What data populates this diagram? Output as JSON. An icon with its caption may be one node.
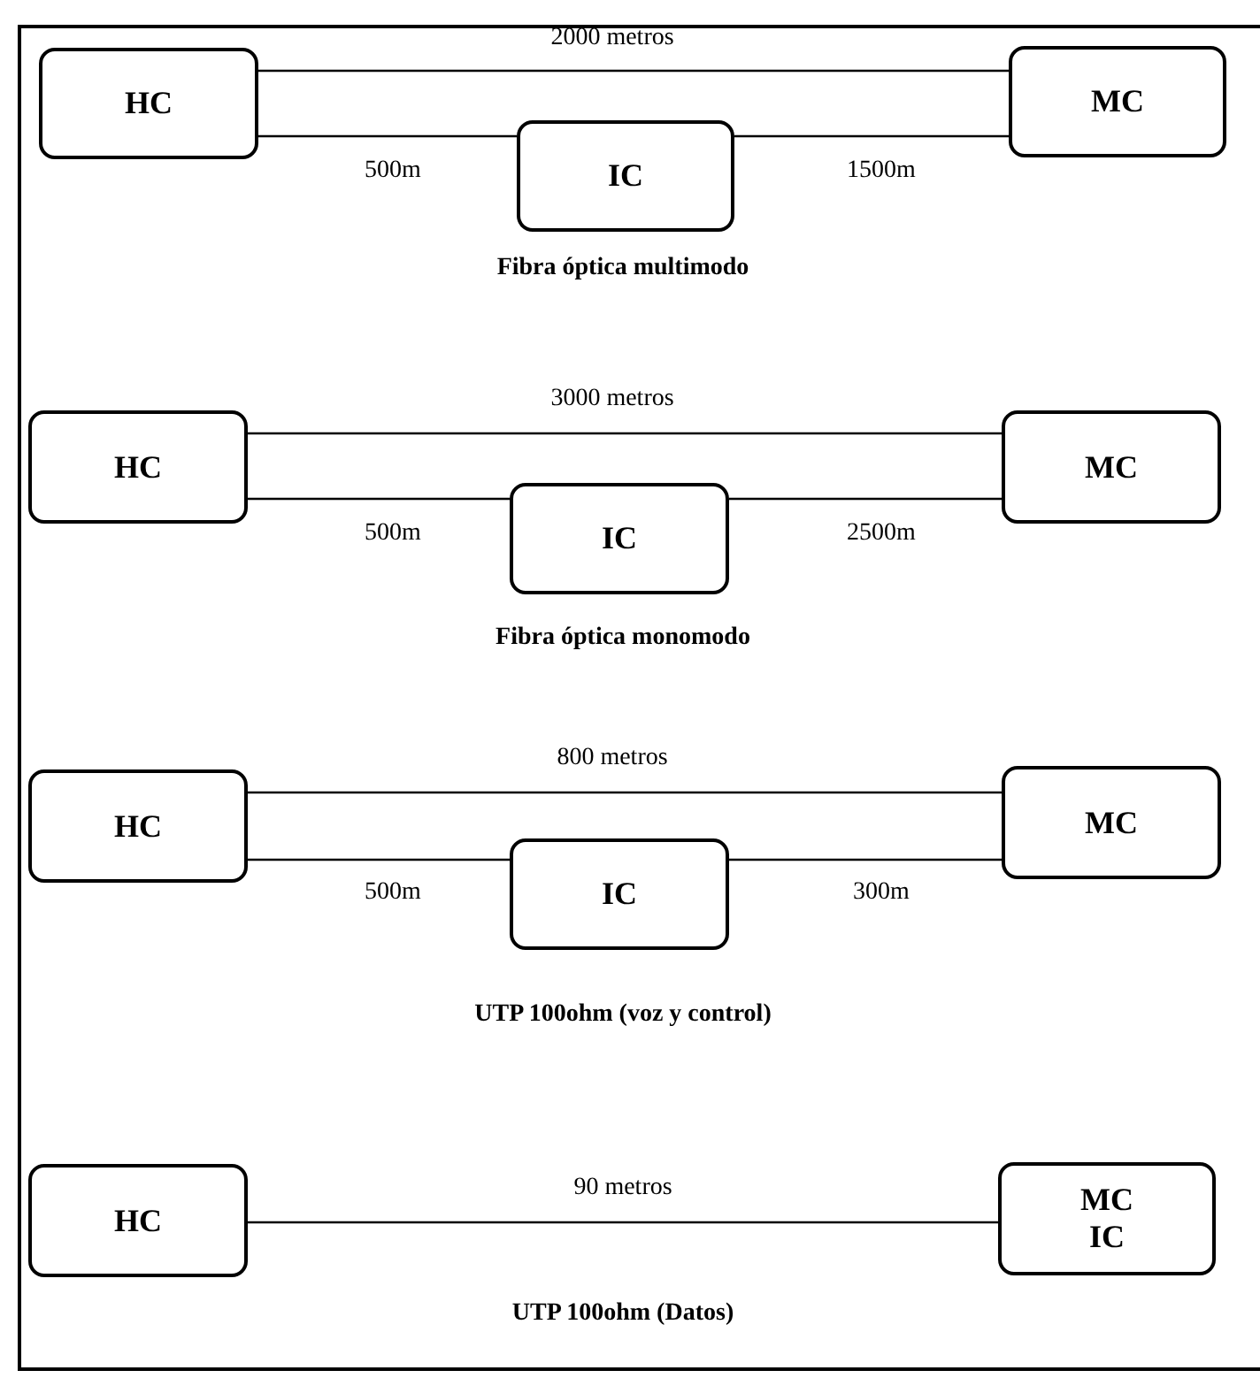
{
  "diagram": {
    "nodes": [
      {
        "text": [
          "HC"
        ]
      },
      {
        "text": [
          "MC"
        ]
      },
      {
        "text": [
          "IC"
        ]
      },
      {
        "text": [
          "HC"
        ]
      },
      {
        "text": [
          "MC"
        ]
      },
      {
        "text": [
          "IC"
        ]
      },
      {
        "text": [
          "HC"
        ]
      },
      {
        "text": [
          "MC"
        ]
      },
      {
        "text": [
          "IC"
        ]
      },
      {
        "text": [
          "HC"
        ]
      },
      {
        "text": [
          "MC",
          "IC"
        ]
      }
    ],
    "edges": [
      {
        "from": 0,
        "to": 1,
        "arrow": "none",
        "label": "2000 metros"
      },
      {
        "from": 0,
        "to": 2,
        "arrow": "none",
        "label": "500m"
      },
      {
        "from": 2,
        "to": 1,
        "arrow": "none",
        "label": "1500m"
      },
      {
        "from": 3,
        "to": 4,
        "arrow": "none",
        "label": "3000 metros"
      },
      {
        "from": 3,
        "to": 5,
        "arrow": "none",
        "label": "500m"
      },
      {
        "from": 5,
        "to": 4,
        "arrow": "none",
        "label": "2500m"
      },
      {
        "from": 6,
        "to": 7,
        "arrow": "none",
        "label": "800 metros"
      },
      {
        "from": 6,
        "to": 8,
        "arrow": "none",
        "label": "500m"
      },
      {
        "from": 8,
        "to": 7,
        "arrow": "none",
        "label": "300m"
      },
      {
        "from": 9,
        "to": 10,
        "arrow": "none",
        "label": "90 metros"
      }
    ],
    "labels": [
      "Fibra óptica multimodo",
      "Fibra óptica monomodo",
      "UTP 100ohm (voz y control)",
      "UTP 100ohm (Datos)"
    ]
  }
}
